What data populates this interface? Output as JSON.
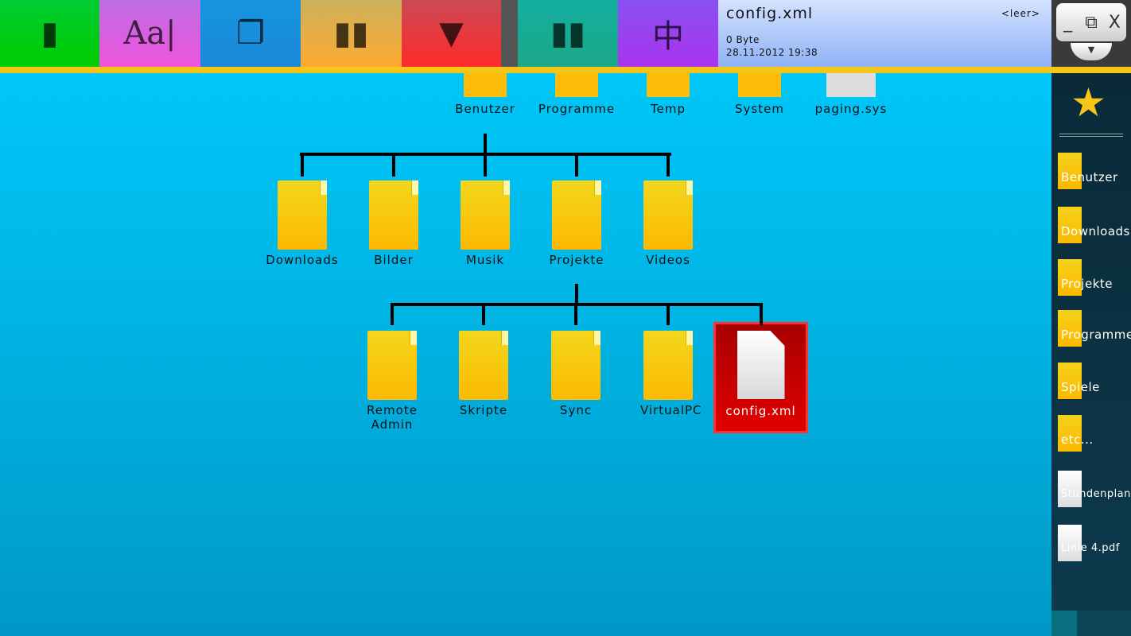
{
  "toolbar": {
    "tiles": [
      {
        "name": "excel-tile",
        "icon": "spreadsheet-icon",
        "color": "#00cc00",
        "glyph": "▮"
      },
      {
        "name": "font-tile",
        "icon": "font-icon",
        "color": "#ee55dd",
        "glyph": "Aa|"
      },
      {
        "name": "copy-tile",
        "icon": "copy-icon",
        "color": "#1a88d8",
        "glyph": "❐"
      },
      {
        "name": "compare-tile",
        "icon": "compare-icon",
        "color": "#ffaa33",
        "glyph": "▮▮"
      },
      {
        "name": "trash-tile",
        "icon": "trash-glass-icon",
        "color": "#ff2a2a",
        "glyph": "▼"
      },
      {
        "name": "unpack-tile",
        "icon": "unpack-icon",
        "color": "#1aa888",
        "glyph": "▮▮"
      },
      {
        "name": "split-tile",
        "icon": "split-icon",
        "color": "#aa33ee",
        "glyph": "中"
      }
    ]
  },
  "info": {
    "filename": "config.xml",
    "tag": "<leer>",
    "size": "0 Byte",
    "date": "28.11.2012 19:38"
  },
  "window": {
    "minimize": "_",
    "restore": "⧉",
    "close": "X",
    "menu": "▼"
  },
  "tree": {
    "top": [
      {
        "label": "Benutzer",
        "type": "folder"
      },
      {
        "label": "Programme",
        "type": "folder"
      },
      {
        "label": "Temp",
        "type": "folder"
      },
      {
        "label": "System",
        "type": "folder"
      },
      {
        "label": "paging.sys",
        "type": "file"
      }
    ],
    "level1": [
      "Downloads",
      "Bilder",
      "Musik",
      "Projekte",
      "Videos"
    ],
    "level2": [
      "Remote Admin",
      "Skripte",
      "Sync",
      "VirtualPC"
    ],
    "selected": "config.xml"
  },
  "sidebar": {
    "star": "★",
    "items": [
      {
        "label": "Benutzer",
        "type": "folder"
      },
      {
        "label": "Downloads",
        "type": "folder"
      },
      {
        "label": "Projekte",
        "type": "folder"
      },
      {
        "label": "Programme",
        "type": "folder"
      },
      {
        "label": "Spiele",
        "type": "folder"
      },
      {
        "label": "etc...",
        "type": "folder"
      },
      {
        "label": "Stundenplan.pdf",
        "type": "file"
      },
      {
        "label": "Linie 4.pdf",
        "type": "file"
      }
    ]
  }
}
